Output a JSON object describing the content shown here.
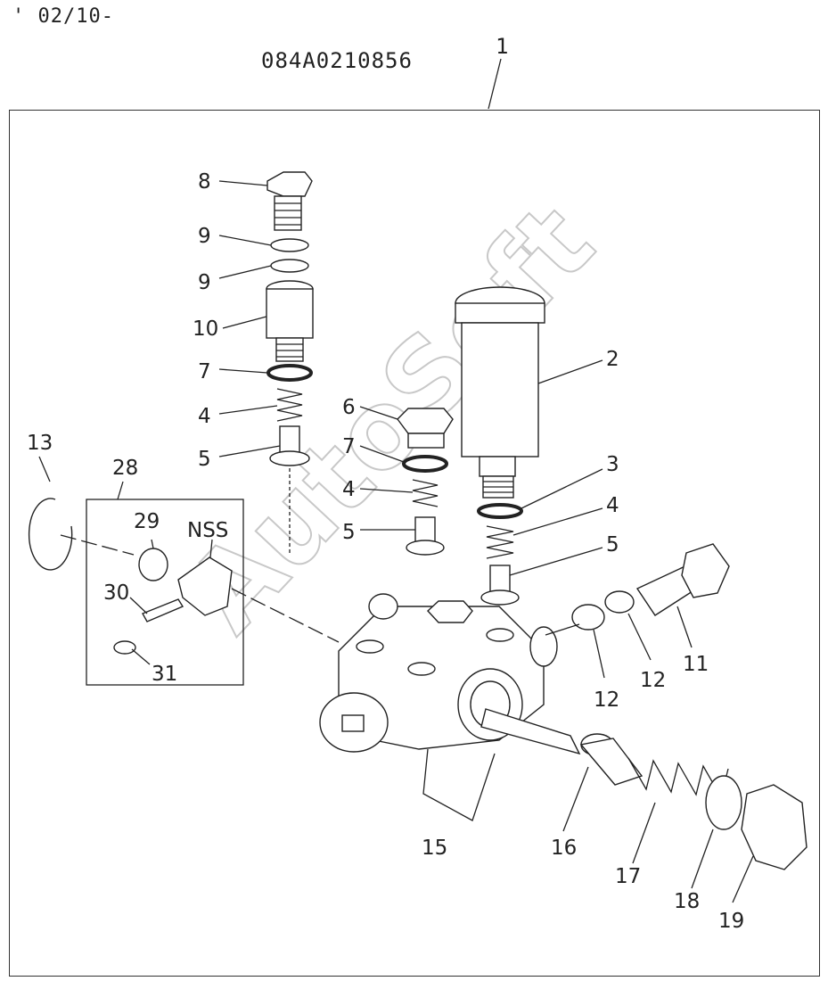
{
  "header": {
    "date_code": "' 02/10-",
    "part_number": "084A0210856",
    "assembly_callout": "1"
  },
  "group_box": {
    "label": "28",
    "note": "NSS"
  },
  "callouts": {
    "c8": "8",
    "c9a": "9",
    "c9b": "9",
    "c10": "10",
    "c7a": "7",
    "c4a": "4",
    "c5a": "5",
    "c6": "6",
    "c7b": "7",
    "c4b": "4",
    "c5b": "5",
    "c2": "2",
    "c3": "3",
    "c4c": "4",
    "c5c": "5",
    "c13": "13",
    "c29": "29",
    "c30": "30",
    "c31": "31",
    "c12a": "12",
    "c12b": "12",
    "c11": "11",
    "c15": "15",
    "c16": "16",
    "c17": "17",
    "c18": "18",
    "c19": "19"
  },
  "watermark": "AutoSoft"
}
